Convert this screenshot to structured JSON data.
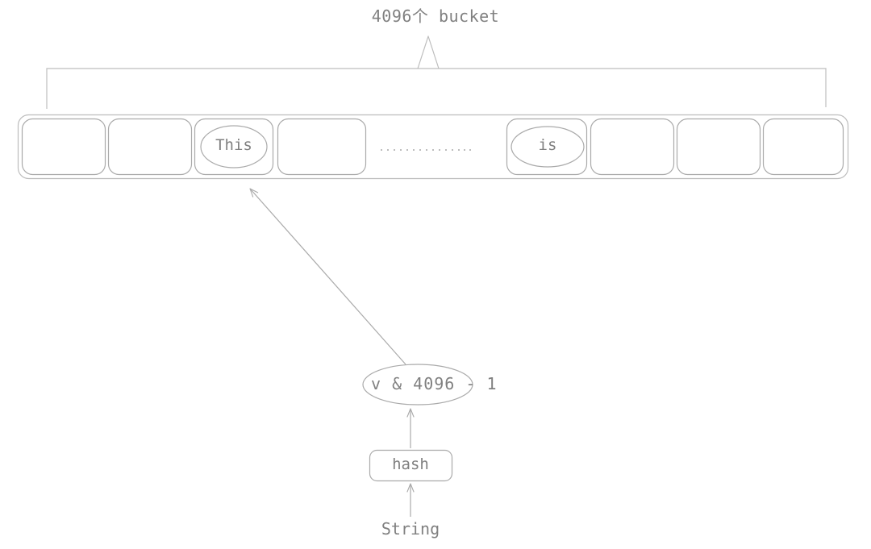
{
  "diagram": {
    "title": "4096个 bucket",
    "theme": {
      "stroke": "#aaaaaa",
      "stroke_light": "#bdbdbd",
      "text": "#808080",
      "background": "#ffffff"
    },
    "bucket_array": {
      "name": "bucket-array",
      "cell_count": 8,
      "cells": [
        {
          "index": 0,
          "label": "",
          "has_entry": false
        },
        {
          "index": 1,
          "label": "",
          "has_entry": false
        },
        {
          "index": 2,
          "label": "This",
          "has_entry": true
        },
        {
          "index": 3,
          "label": "",
          "has_entry": false
        },
        {
          "index": 4,
          "label": "is",
          "has_entry": true
        },
        {
          "index": 5,
          "label": "",
          "has_entry": false
        },
        {
          "index": 6,
          "label": "",
          "has_entry": false
        },
        {
          "index": 7,
          "label": "",
          "has_entry": false
        }
      ],
      "ellipsis": "···············"
    },
    "nodes": {
      "formula": "v & 4096 - 1",
      "hash": "hash",
      "input": "String"
    },
    "edges": [
      {
        "from": "formula",
        "to": "bucket-cell-2",
        "style": "arrow-diagonal"
      },
      {
        "from": "hash",
        "to": "formula",
        "style": "arrow-up"
      },
      {
        "from": "input",
        "to": "hash",
        "style": "arrow-up"
      },
      {
        "from": "bucket-array",
        "to": "title",
        "style": "bracket-caret"
      }
    ]
  }
}
